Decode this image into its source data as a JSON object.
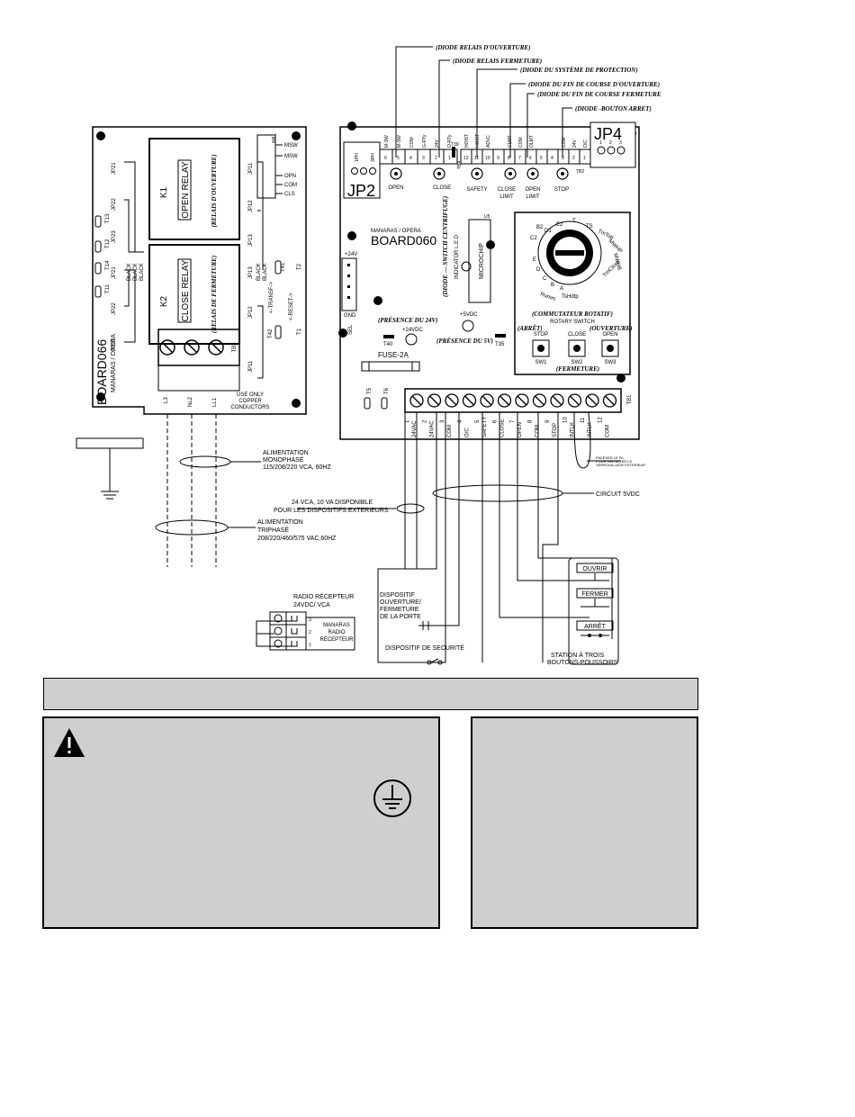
{
  "diode_labels": [
    "(DIODE RELAIS D'OUVERTURE)",
    "(DIODE RELAIS FERMETURE)",
    "(DIODE DU SYSTÈME DE PROTECTION)",
    "(DIODE DU FIN DE COURSE D'OUVERTURE)",
    "(DIODE DU FIN DE COURSE FERMETURE",
    "(DIODE -BOUTON ARRET)"
  ],
  "board066": {
    "name": "BOARD066",
    "brand": "MANARAS / OPERA",
    "relay1": "OPEN RELAY",
    "relay1_id": "K1",
    "relay1_fr": "(RELAIS D'OUVERTURE)",
    "relay2": "CLOSE RELAY",
    "relay2_id": "K2",
    "relay2_fr": "(RELAIS DE FERMETURE)",
    "tb4_labels": [
      "MSW",
      "MSW",
      "OPN",
      "COM",
      "CLS"
    ],
    "tb4": "TB4",
    "tb3": "TB3",
    "tb3_terminals": [
      "L3",
      "NL2",
      "LL1"
    ],
    "copper_note": [
      "USE ONLY",
      "COPPER",
      "CONDUCTORS"
    ],
    "jp_left": [
      "JP21",
      "JP22",
      "JP23",
      "JP21",
      "JP22",
      "JP23"
    ],
    "jp_right": [
      "JP11",
      "JP12",
      "JP13",
      "JP13",
      "JP12",
      "JP11"
    ],
    "tp_left": [
      "T13",
      "T12",
      "T14",
      "T11"
    ],
    "black": [
      "BLACK",
      "BLACK",
      "BLACK"
    ],
    "black_r": [
      "BLACK",
      "BLACK"
    ],
    "transf": "<-TRANSF->",
    "reset": "<-RESET->",
    "t_labels": [
      "T41",
      "T2",
      "T42",
      "T1"
    ]
  },
  "board060": {
    "name": "BOARD060",
    "brand": "MANARAS / OPERA",
    "jp2": "JP2",
    "jp2_pins": [
      "1PH",
      "3PH"
    ],
    "jp4": "JP4",
    "jp4_pins": [
      "1",
      "2",
      "3"
    ],
    "top_terms": [
      "M-SW",
      "M-SW",
      "COM",
      "G-RTy",
      "24V",
      "O-RTy",
      "HOIST",
      "HOIST",
      "ADVC",
      "CLMT",
      "COM",
      "OLMT",
      "",
      "COM",
      "24V",
      "O/C"
    ],
    "top_nums": [
      "6",
      "5",
      "4",
      "3",
      "2",
      "1",
      "12",
      "11",
      "10",
      "9",
      "8",
      "7",
      "6",
      "5",
      "4",
      "3",
      "2",
      "1"
    ],
    "tb_top": [
      "TB4",
      "TB2"
    ],
    "t39": "T39",
    "leds_top": [
      "OPEN",
      "CLOSE",
      "SAFETY",
      "CLOSE",
      "LIMIT",
      "OPEN",
      "LIMIT",
      "STOP"
    ],
    "diode_switch": "(DIODE — SWITCH CENTRIFUGE)",
    "indicator": "INDICATOR L.E.D",
    "microchip": "MICROCHIP",
    "u5": "U5",
    "plus24": "+24V",
    "gnd": "GND",
    "sel": "SEL",
    "presence24": "(PRÉSENCE DU 24V)",
    "plus24vdc": "+24VDC",
    "plus5vdc": "+5VDC",
    "presence5": "(PRÉSENCE DU 5V)",
    "t40": "T40",
    "t35": "T35",
    "fuse": "FUSE-2A",
    "rotary_fr": "(COMMUTATEUR ROTATIF)",
    "rotary": "ROTARY SWITCH",
    "rotary_labels": [
      "T",
      "TS",
      "TmTop",
      "MWHP",
      "MWHB",
      "TmClose",
      "TsHdtp",
      "Rumm",
      "A",
      "B",
      "C",
      "D",
      "E",
      "C2",
      "B2",
      "D1",
      "E2"
    ],
    "arret": "(ARRÊT)",
    "ouverture": "(OUVERTURE)",
    "fermeture": "(FERMETURE)",
    "sw_labels": [
      "STOP",
      "CLOSE",
      "OPEN"
    ],
    "sw_ids": [
      "SW1",
      "SW2",
      "SW3"
    ],
    "tb1": "TB1",
    "t5": "T5",
    "t6": "T6",
    "bottom_nums": [
      "1",
      "2",
      "3",
      "4",
      "5",
      "6",
      "7",
      "8",
      "9",
      "10",
      "11",
      "12"
    ],
    "bottom_terms": [
      "24VAC",
      "24VAC",
      "COM",
      "O/C",
      "SAFETY",
      "CLOSE",
      "OPEN",
      "COM",
      "STOP",
      "INTLK",
      "INTLK",
      "COM"
    ]
  },
  "notes": {
    "interlock": [
      "ENLEVER LE FIL",
      "POUR INSTALLER LE",
      "VERROUILLAGE EXTERIEUR"
    ],
    "single_phase": [
      "ALIMENTATION",
      "MONOPHASÉ",
      "115/208/220 VCA, 60HZ"
    ],
    "v24_available": [
      "24 VCA, 10 VA DISPONIBLE",
      "POUR LES DISPOSITIFS EXTERIEURS"
    ],
    "three_phase": [
      "ALIMENTATION",
      "TRIPHASÉ",
      "208/220/460/575 VAC,60HZ"
    ],
    "circuit5": "CIRCUIT 5VDC",
    "radio": [
      "RADIO RÉCEPTEUR",
      "24VDC/ VCA"
    ],
    "radio_box": [
      "MANARAS",
      "RADIO",
      "RÉCEPTEUR"
    ],
    "radio_pins": [
      "3",
      "2",
      "1"
    ],
    "door_device": [
      "DISPOSITIF",
      "OUVERTURE/",
      "FERMETURE",
      "DE LA PORTE"
    ],
    "safety_device": "DISPOSITIF DE SECURITÉ",
    "station_buttons": [
      "OUVRIR",
      "FERMER",
      "ARRÊT"
    ],
    "station": [
      "STATION À TROIS",
      "BOUTONS-POUSSOIRS"
    ]
  },
  "icons": [
    "warning-icon",
    "ground-icon"
  ],
  "colors": {
    "panel": "#cfcfcf",
    "line": "#000000",
    "paper": "#ffffff"
  }
}
